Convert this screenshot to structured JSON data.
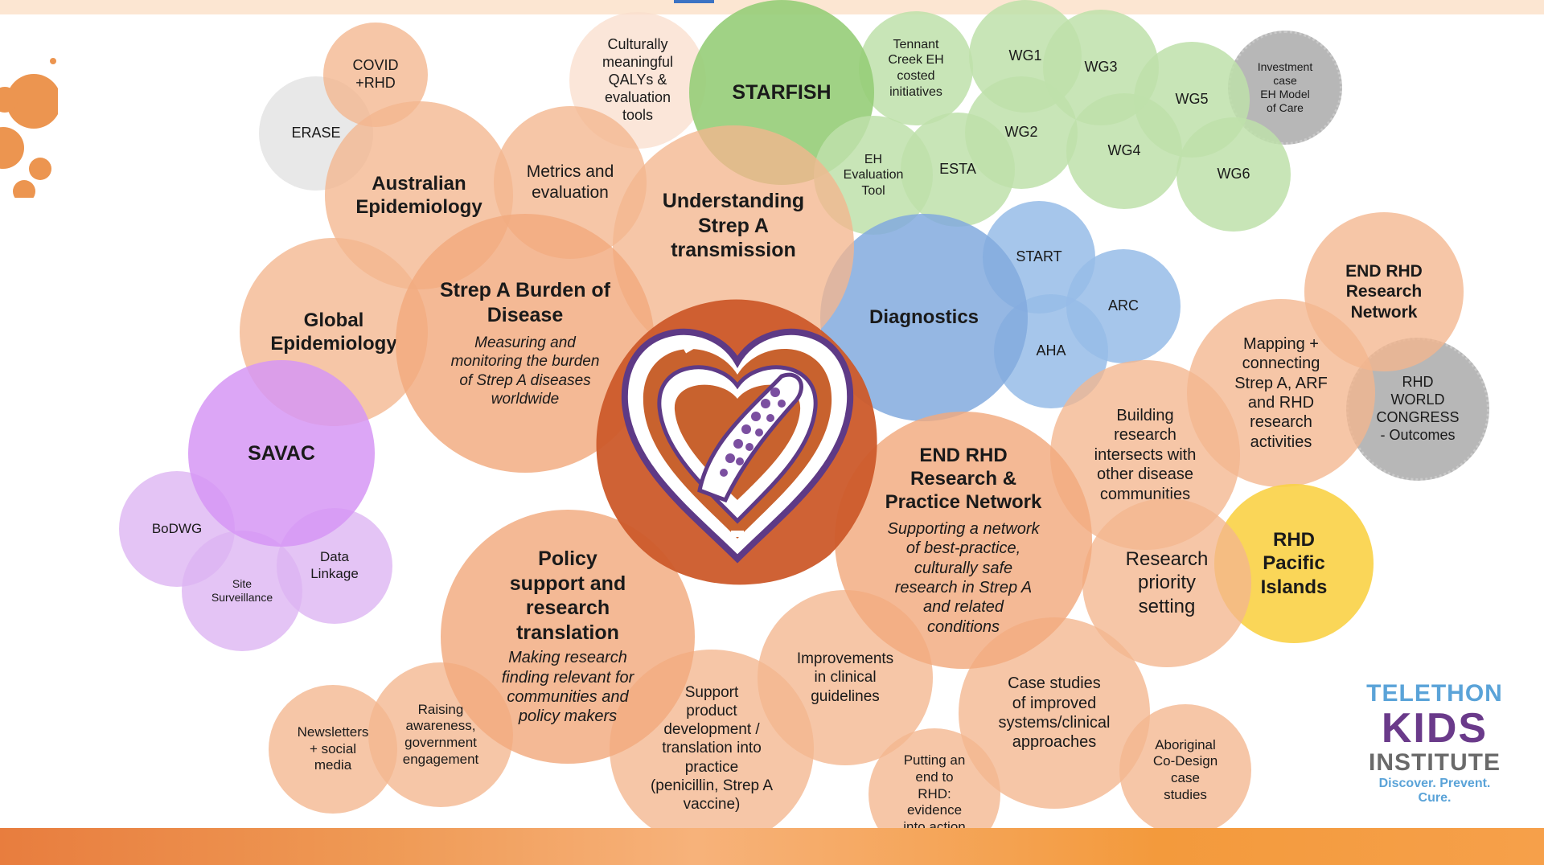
{
  "bubbles": {
    "covid_rhd": "COVID\n+RHD",
    "erase": "ERASE",
    "australian_epi": "Australian\nEpidemiology",
    "metrics": "Metrics and\nevaluation",
    "qalys": "Culturally\nmeaningful\nQALYs &\nevaluation\ntools",
    "starfish": "STARFISH",
    "tennant_creek": "Tennant\nCreek EH\ncosted\ninitiatives",
    "eh_eval": "EH\nEvaluation\nTool",
    "esta": "ESTA",
    "wg1": "WG1",
    "wg2": "WG2",
    "wg3": "WG3",
    "wg4": "WG4",
    "wg5": "WG5",
    "wg6": "WG6",
    "investment_case": "Investment\ncase\nEH Model\nof Care",
    "understanding": "Understanding\nStrep A\ntransmission",
    "diagnostics": "Diagnostics",
    "start": "START",
    "arc": "ARC",
    "aha": "AHA",
    "end_rhd_research_network": "END RHD\nResearch\nNetwork",
    "mapping": "Mapping +\nconnecting\nStrep A, ARF\nand RHD\nresearch\nactivities",
    "rhd_world": "RHD\nWORLD\nCONGRESS\n- Outcomes",
    "building": "Building\nresearch\nintersects with\nother disease\ncommunities",
    "global_epi": "Global\nEpidemiology",
    "strep_burden_title": "Strep A Burden of\nDisease",
    "strep_burden_sub": "Measuring and\nmonitoring the burden\nof Strep A diseases\nworldwide",
    "savac": "SAVAC",
    "bodwg": "BoDWG",
    "site_surveillance": "Site\nSurveillance",
    "data_linkage": "Data\nLinkage",
    "end_rhd_practice_title": "END RHD\nResearch &\nPractice Network",
    "end_rhd_practice_sub": "Supporting a network\nof best-practice,\nculturally safe\nresearch in Strep A\nand related\nconditions",
    "research_priority": "Research\npriority\nsetting",
    "rhd_pacific": "RHD\nPacific\nIslands",
    "policy_title": "Policy\nsupport and\nresearch\ntranslation",
    "policy_sub": "Making research\nfinding relevant for\ncommunities and\npolicy makers",
    "newsletters": "Newsletters\n+ social\nmedia",
    "raising": "Raising\nawareness,\ngovernment\nengagement",
    "support_product": "Support\nproduct\ndevelopment /\ntranslation into\npractice\n(penicillin, Strep A\nvaccine)",
    "improvements": "Improvements\nin clinical\nguidelines",
    "putting_end": "Putting an\nend to\nRHD:\nevidence\ninto action",
    "case_studies": "Case studies\nof improved\nsystems/clinical\napproaches",
    "aboriginal": "Aboriginal\nCo-Design\ncase\nstudies"
  },
  "logo": {
    "line1": "TELETHON",
    "line2": "KIDS",
    "line3": "INSTITUTE",
    "tagline": "Discover. Prevent. Cure."
  },
  "icons": {
    "center": "heart-artwork-icon",
    "corner": "orange-dots-icon"
  }
}
